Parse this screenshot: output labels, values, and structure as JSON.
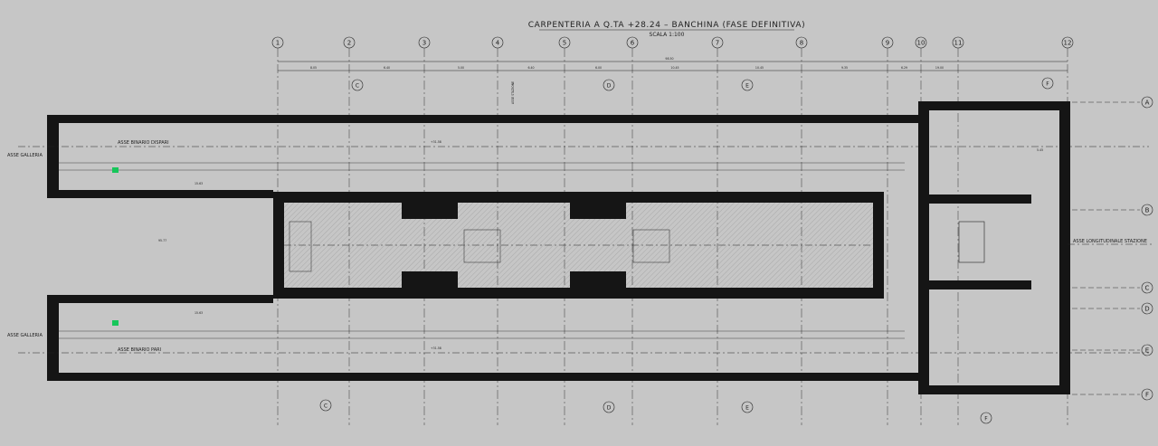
{
  "drawing": {
    "title": "CARPENTERIA A Q.TA +28.24 – BANCHINA (FASE DEFINITIVA)",
    "scale": "SCALA 1:100",
    "colors": {
      "background": "#c6c6c6",
      "line": "#1a1a1a",
      "wall": "#151515",
      "marker": "#17c65a"
    },
    "column_axes": [
      "1",
      "2",
      "3",
      "4",
      "5",
      "6",
      "7",
      "8",
      "9",
      "10",
      "11",
      "12"
    ],
    "row_axes": [
      "A",
      "B",
      "C",
      "D",
      "E",
      "F"
    ],
    "section_marks": [
      "C",
      "D",
      "E",
      "F"
    ],
    "dimensions_top": [
      "8.05",
      "6.40",
      "5.00",
      "6.40",
      "6.00",
      "10.45",
      "10.45",
      "9.35",
      "6.29",
      "19.00"
    ],
    "overall_dimension": "98.50",
    "labels": {
      "track_odd": "ASSE BINARIO DISPARI",
      "track_even": "ASSE BINARIO PARI",
      "gallery_left_top": "ASSE GALLERIA",
      "gallery_left_bottom": "ASSE GALLERIA",
      "station_axis": "ASSE LONGITUDINALE STAZIONE",
      "station_axis_vertical": "ASSE STAZIONE",
      "length_left": "95.77",
      "dim_left_a": "15.63",
      "dim_left_b": "15.63",
      "dim_right": "5.45",
      "elevation_a": "+31.58",
      "elevation_b": "+31.58"
    }
  }
}
